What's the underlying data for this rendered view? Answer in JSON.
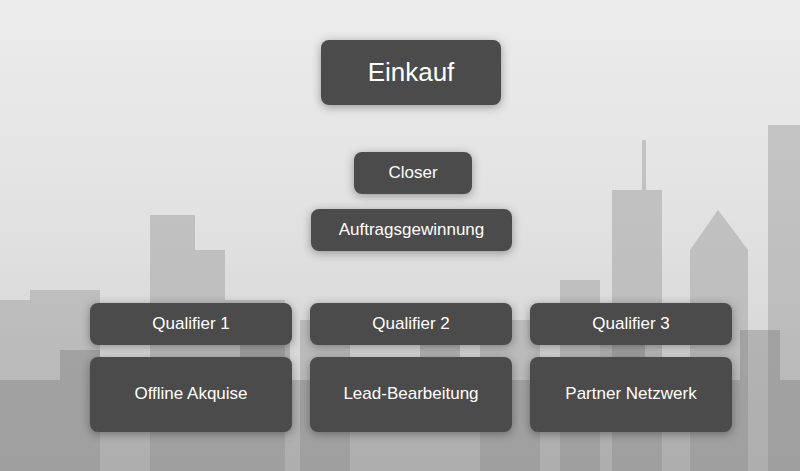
{
  "diagram": {
    "nodes": [
      {
        "text": [
          "Einkauf"
        ]
      },
      {
        "text": [
          "Closer"
        ]
      },
      {
        "text": [
          "Auftragsgewinnung"
        ]
      },
      {
        "text": [
          "Qualifier 1"
        ]
      },
      {
        "text": [
          "Qualifier 2"
        ]
      },
      {
        "text": [
          "Qualifier 3"
        ]
      },
      {
        "text": [
          "Offline Akquise"
        ]
      },
      {
        "text": [
          "Lead-Bearbeitung"
        ]
      },
      {
        "text": [
          "Partner Netzwerk"
        ]
      }
    ]
  }
}
